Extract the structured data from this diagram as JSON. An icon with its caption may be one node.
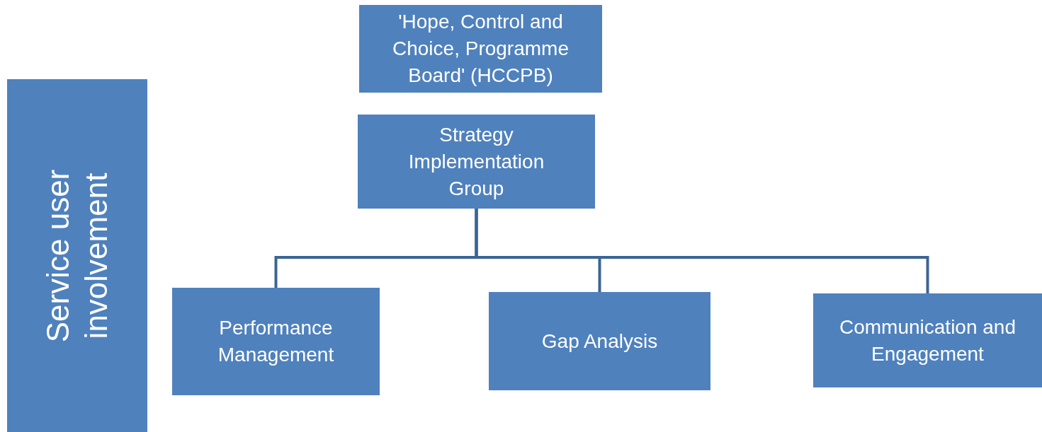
{
  "diagram": {
    "nodes": [
      {
        "text": [
          "'Hope, Control and Choice, Programme Board' (HCCPB)"
        ]
      },
      {
        "text": [
          "Strategy Implementation Group"
        ]
      },
      {
        "text": [
          "Performance Management"
        ]
      },
      {
        "text": [
          "Gap Analysis"
        ]
      },
      {
        "text": [
          "Communication and Engagement"
        ]
      },
      {
        "text": [
          "Service user involvement"
        ]
      }
    ],
    "edges": [
      {
        "from": 1,
        "to": 2,
        "arrow": "none"
      },
      {
        "from": 1,
        "to": 3,
        "arrow": "none"
      },
      {
        "from": 1,
        "to": 4,
        "arrow": "none"
      }
    ]
  }
}
